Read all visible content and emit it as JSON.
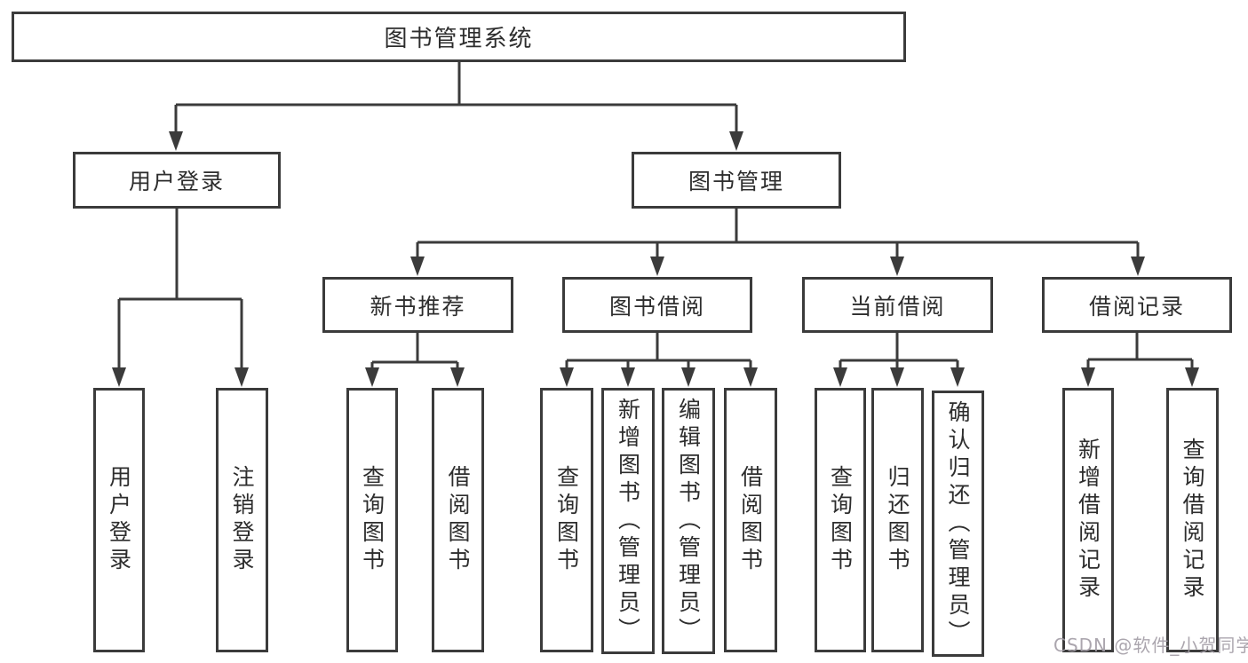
{
  "diagram": {
    "type": "tree",
    "nodes": {
      "root": {
        "label": "图书管理系统"
      },
      "user_login": {
        "label": "用户登录"
      },
      "book_management": {
        "label": "图书管理"
      },
      "new_book_recommend": {
        "label": "新书推荐"
      },
      "book_borrow": {
        "label": "图书借阅"
      },
      "current_borrow": {
        "label": "当前借阅"
      },
      "borrow_records": {
        "label": "借阅记录"
      },
      "leaf_user_login": {
        "label": "用户登录"
      },
      "leaf_logout": {
        "label": "注销登录"
      },
      "leaf_nb_query_books": {
        "label": "查询图书"
      },
      "leaf_nb_borrow_books": {
        "label": "借阅图书"
      },
      "leaf_bb_query_books": {
        "label": "查询图书"
      },
      "leaf_bb_add_books": {
        "label": "新增图书（管理员）"
      },
      "leaf_bb_edit_books": {
        "label": "编辑图书（管理员）"
      },
      "leaf_bb_borrow_books": {
        "label": "借阅图书"
      },
      "leaf_cb_query_books": {
        "label": "查询图书"
      },
      "leaf_cb_return_books": {
        "label": "归还图书"
      },
      "leaf_cb_confirm_return": {
        "label": "确认归还（管理员）"
      },
      "leaf_br_add_record": {
        "label": "新增借阅记录"
      },
      "leaf_br_query_record": {
        "label": "查询借阅记录"
      }
    },
    "edges": [
      [
        "root",
        "user_login"
      ],
      [
        "root",
        "book_management"
      ],
      [
        "user_login",
        "leaf_user_login"
      ],
      [
        "user_login",
        "leaf_logout"
      ],
      [
        "book_management",
        "new_book_recommend"
      ],
      [
        "book_management",
        "book_borrow"
      ],
      [
        "book_management",
        "current_borrow"
      ],
      [
        "book_management",
        "borrow_records"
      ],
      [
        "new_book_recommend",
        "leaf_nb_query_books"
      ],
      [
        "new_book_recommend",
        "leaf_nb_borrow_books"
      ],
      [
        "book_borrow",
        "leaf_bb_query_books"
      ],
      [
        "book_borrow",
        "leaf_bb_add_books"
      ],
      [
        "book_borrow",
        "leaf_bb_edit_books"
      ],
      [
        "book_borrow",
        "leaf_bb_borrow_books"
      ],
      [
        "current_borrow",
        "leaf_cb_query_books"
      ],
      [
        "current_borrow",
        "leaf_cb_return_books"
      ],
      [
        "current_borrow",
        "leaf_cb_confirm_return"
      ],
      [
        "borrow_records",
        "leaf_br_add_record"
      ],
      [
        "borrow_records",
        "leaf_br_query_record"
      ]
    ],
    "colors": {
      "line": "#3b3b3b",
      "box_border": "#3b3b3b",
      "box_fill": "#ffffff",
      "text": "#2d2d2d",
      "background": "#ffffff"
    }
  },
  "watermark": {
    "text": "CSDN @软件_小贺同学",
    "color": "#a39da6"
  }
}
